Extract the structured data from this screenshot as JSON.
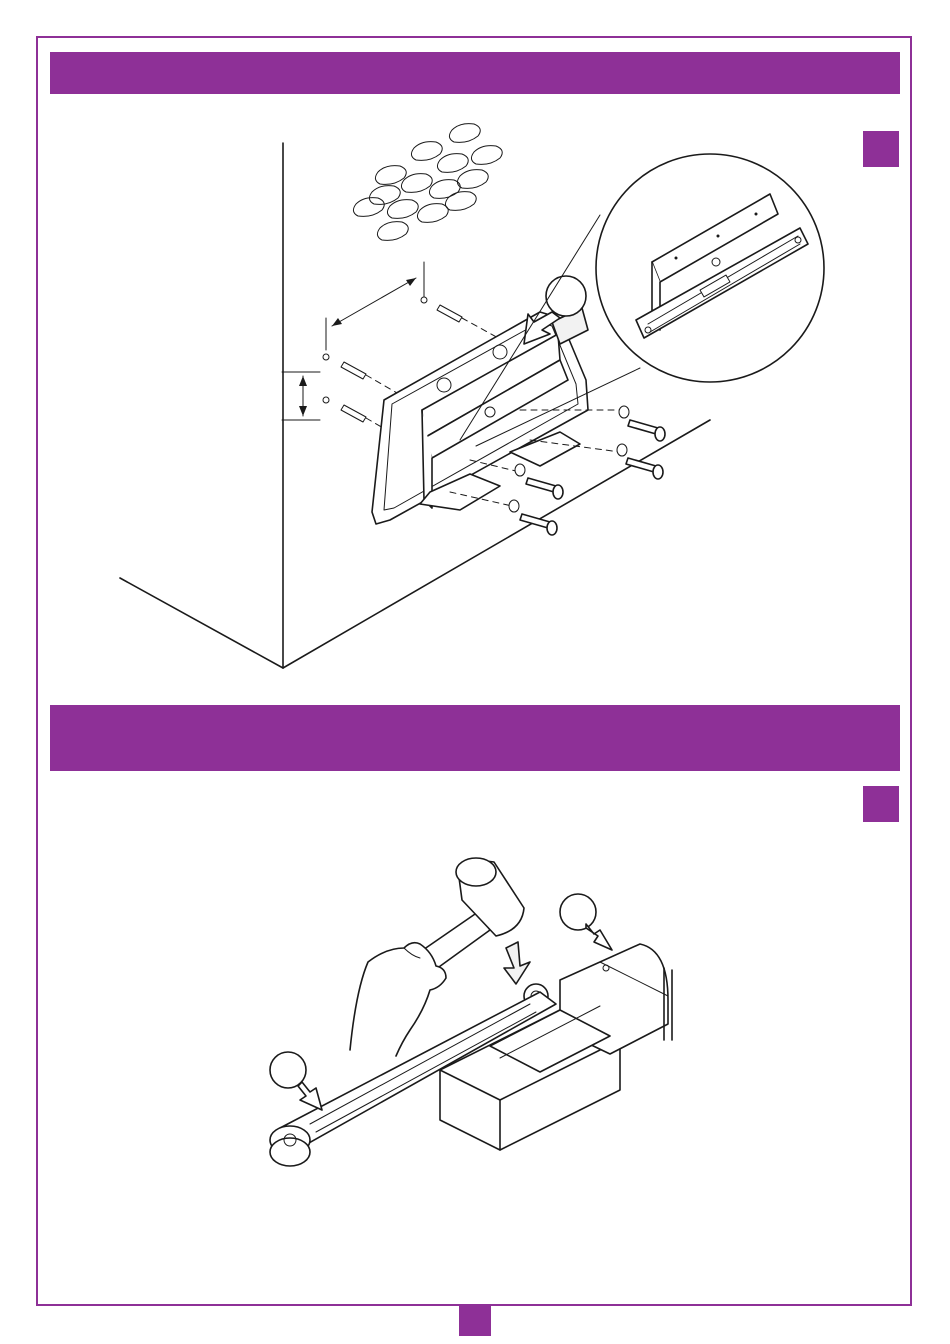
{
  "colors": {
    "accent": "#8e3097",
    "line": "#1a1a1a",
    "background": "#ffffff"
  },
  "sections": [
    {
      "id": "section-1",
      "title": "",
      "illustration": "wall-bracket-mounting"
    },
    {
      "id": "section-2",
      "title": "",
      "illustration": "arm-fitting-with-mallet"
    }
  ],
  "page_number": ""
}
